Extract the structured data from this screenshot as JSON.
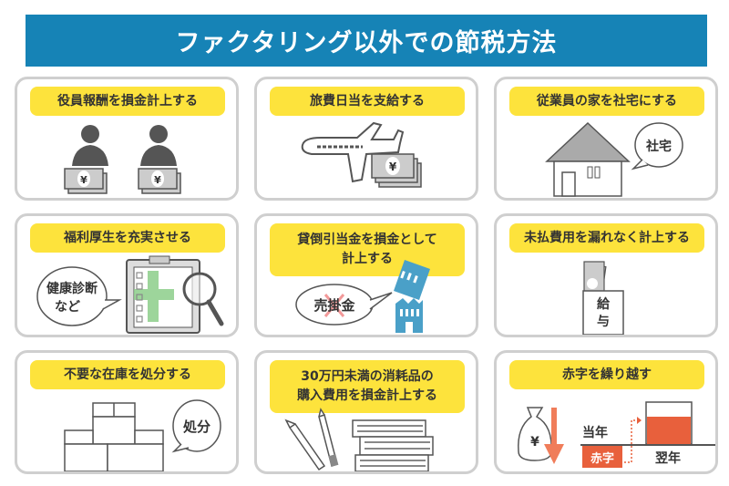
{
  "title": "ファクタリング以外での節税方法",
  "cards": [
    {
      "label": "役員報酬を損金計上する",
      "icon": "executives-with-money-icon",
      "art": {
        "yen": "¥"
      }
    },
    {
      "label": "旅費日当を支給する",
      "icon": "airplane-money-icon",
      "art": {
        "yen": "¥"
      }
    },
    {
      "label": "従業員の家を社宅にする",
      "icon": "house-icon",
      "art": {
        "bubble": "社宅"
      }
    },
    {
      "label": "福利厚生を充実させる",
      "icon": "clipboard-magnifier-icon",
      "art": {
        "bubble_line1": "健康診断",
        "bubble_line2": "など"
      }
    },
    {
      "label_line1": "貸倒引当金を損金として",
      "label_line2": "計上する",
      "icon": "collapsing-building-icon",
      "art": {
        "bubble": "売掛金"
      }
    },
    {
      "label": "未払費用を漏れなく計上する",
      "icon": "salary-envelope-icon",
      "art": {
        "envelope_line1": "給",
        "envelope_line2": "与"
      }
    },
    {
      "label": "不要な在庫を処分する",
      "icon": "boxes-icon",
      "art": {
        "bubble": "処分"
      }
    },
    {
      "label_line1": "30万円未満の消耗品の",
      "label_line2": "購入費用を損金計上する",
      "icon": "pens-books-icon"
    },
    {
      "label": "赤字を繰り越す",
      "icon": "loss-carryforward-icon",
      "art": {
        "yen": "¥",
        "this_year": "当年",
        "deficit": "赤字",
        "next_year": "翌年"
      }
    }
  ],
  "colors": {
    "title_bg": "#1683b6",
    "label_bg": "#fde33c",
    "red": "#e8603c",
    "blue": "#4aa0c8",
    "green": "#8dce8a"
  }
}
